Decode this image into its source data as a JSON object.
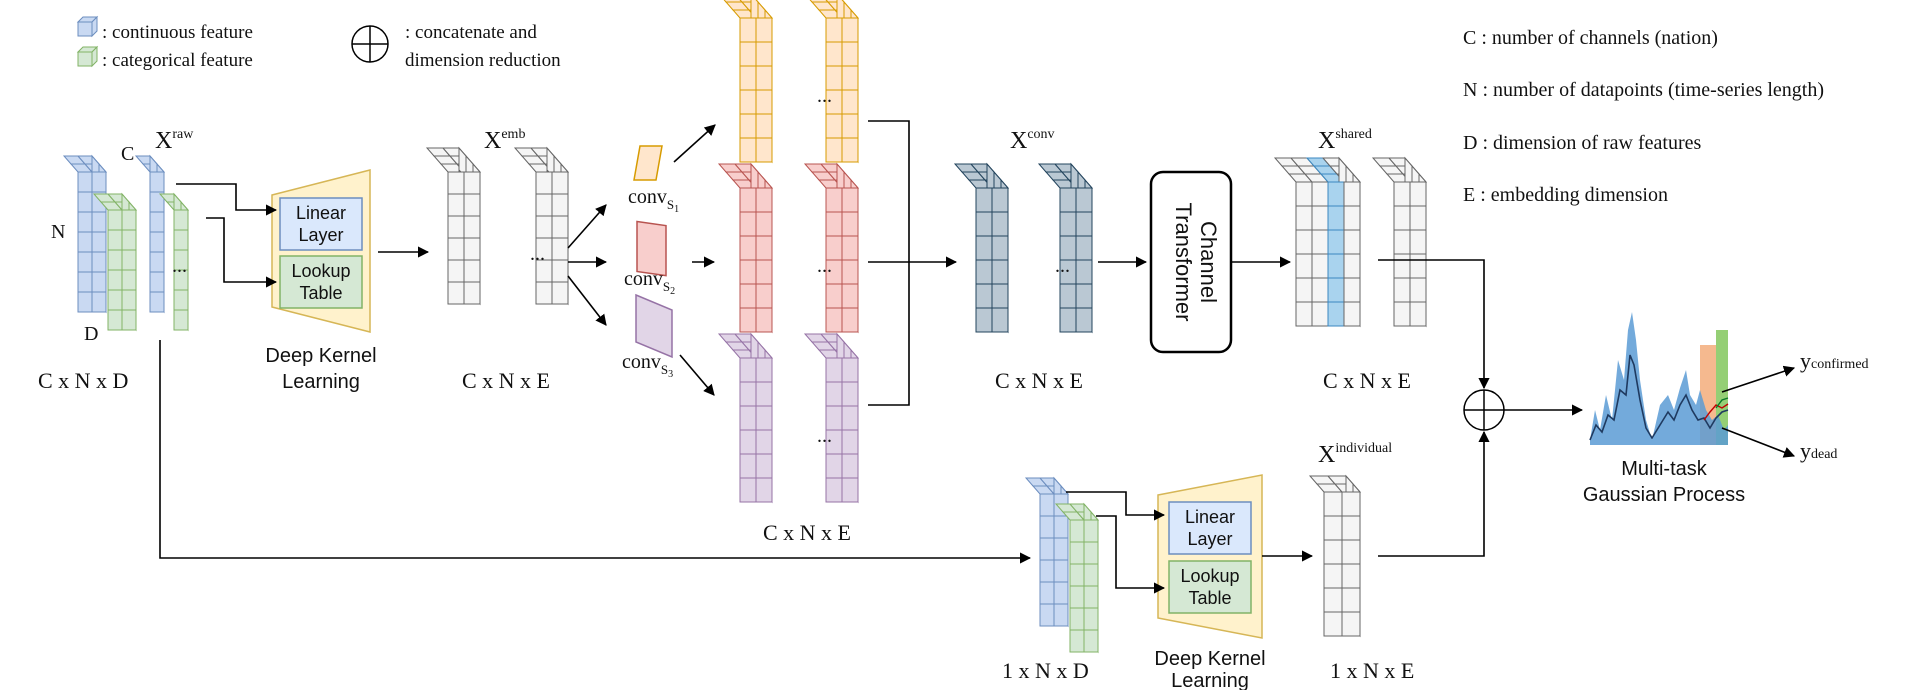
{
  "colors": {
    "continuous": "#c9d9f2",
    "continuous_edge": "#6c8ebf",
    "categorical": "#d5e8d4",
    "categorical_edge": "#82b366",
    "embedding": "#f5f5f5",
    "embedding_edge": "#666666",
    "orange": "#ffe6cc",
    "orange_edge": "#d79b00",
    "red": "#f8cecc",
    "red_edge": "#b85450",
    "purple": "#e1d5e7",
    "purple_edge": "#9673a6",
    "conv": "#bac8d3",
    "conv_edge": "#23445d",
    "highlight": "#a9d3ee",
    "highlight_edge": "#3a87c0",
    "dkl_fill": "#fff2cc",
    "dkl_edge": "#d6b656"
  },
  "legend": {
    "continuous": ": continuous feature",
    "categorical": ": categorical feature",
    "concat_line1": ": concatenate and",
    "concat_line2": "dimension reduction"
  },
  "definitions": [
    "C : number of channels (nation)",
    "N : number of datapoints (time-series length)",
    "D : dimension of raw features",
    "E : embedding dimension"
  ],
  "raw": {
    "label_base": "X",
    "label_sup": "raw",
    "axis_c": "C",
    "axis_n": "N",
    "axis_d": "D",
    "shape": "C x N x D",
    "dots": "..."
  },
  "dkl_top": {
    "linear_line1": "Linear",
    "linear_line2": "Layer",
    "lookup_line1": "Lookup",
    "lookup_line2": "Table",
    "title_line1": "Deep Kernel",
    "title_line2": "Learning"
  },
  "emb": {
    "label_base": "X",
    "label_sup": "emb",
    "shape": "C x N x E",
    "dots": "..."
  },
  "convs": [
    {
      "base": "conv",
      "sub": "S",
      "sub2": "1"
    },
    {
      "base": "conv",
      "sub": "S",
      "sub2": "2"
    },
    {
      "base": "conv",
      "sub": "S",
      "sub2": "3"
    }
  ],
  "conv_outputs": {
    "shape": "C x N x E",
    "dots": "..."
  },
  "conv_block": {
    "label_base": "X",
    "label_sup": "conv",
    "shape": "C x N x E",
    "dots": "..."
  },
  "transformer": {
    "line1": "Channel",
    "line2": "Transformer"
  },
  "shared": {
    "label_base": "X",
    "label_sup": "shared",
    "shape": "C x N x E"
  },
  "individual_input": {
    "shape": "1 x N x D"
  },
  "dkl_bottom": {
    "linear_line1": "Linear",
    "linear_line2": "Layer",
    "lookup_line1": "Lookup",
    "lookup_line2": "Table",
    "title_line1": "Deep Kernel",
    "title_line2": "Learning"
  },
  "individual": {
    "label_base": "X",
    "label_sup": "individual",
    "shape": "1 x N x E"
  },
  "gp": {
    "title_line1": "Multi-task",
    "title_line2": "Gaussian Process",
    "out1_base": "y",
    "out1_sub": "confirmed",
    "out2_base": "y",
    "out2_sub": "dead"
  }
}
